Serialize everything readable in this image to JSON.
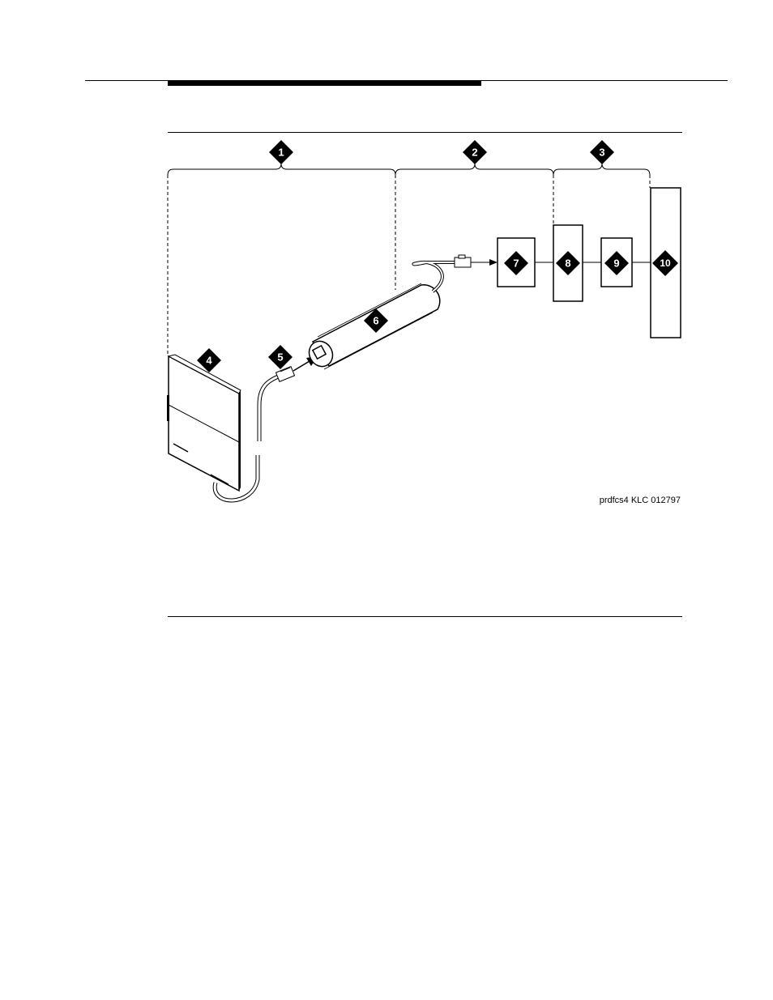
{
  "header": {
    "rule": ""
  },
  "figure": {
    "callouts": [
      "1",
      "2",
      "3",
      "4",
      "5",
      "6",
      "7",
      "8",
      "9",
      "10"
    ],
    "figure_code": "prdfcs4 KLC 012797"
  }
}
